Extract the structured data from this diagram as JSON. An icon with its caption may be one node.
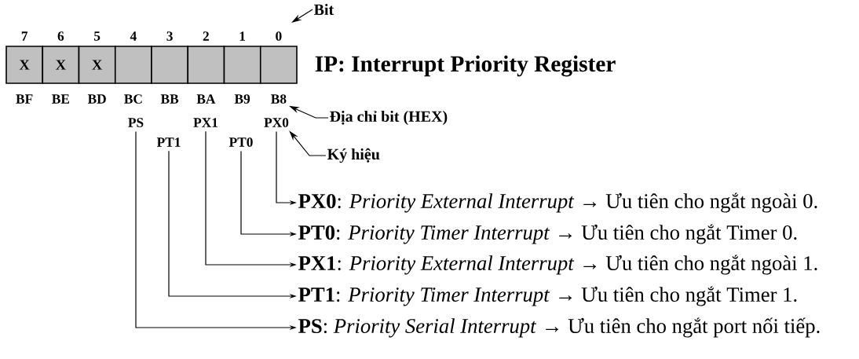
{
  "diagram": {
    "title": "IP: Interrupt Priority Register",
    "nodes": [
      {
        "text": [
          "X"
        ],
        "beside": [
          "7"
        ]
      },
      {
        "text": [
          "X"
        ],
        "beside": [
          "6"
        ]
      },
      {
        "text": [
          "X"
        ],
        "beside": [
          "5"
        ]
      },
      {
        "text": [],
        "shape": "box",
        "beside": [
          "4"
        ]
      },
      {
        "text": [],
        "shape": "box",
        "beside": [
          "3"
        ]
      },
      {
        "text": [],
        "shape": "box",
        "beside": [
          "2"
        ]
      },
      {
        "text": [],
        "shape": "box",
        "beside": [
          "1"
        ]
      },
      {
        "text": [],
        "shape": "box",
        "beside": [
          "0"
        ]
      },
      {
        "text": [
          "Bit"
        ]
      },
      {
        "text": [
          "Địa chỉ bit (HEX)"
        ]
      },
      {
        "text": [
          "Ký hiệu"
        ]
      },
      {
        "text": [
          "PS"
        ]
      },
      {
        "text": [
          "PX1"
        ]
      },
      {
        "text": [
          "PX0"
        ]
      },
      {
        "text": [
          "PT1"
        ]
      },
      {
        "text": [
          "PT0"
        ]
      },
      {
        "text": [
          "**PX0**: *Priority External Interrupt* → Ưu tiên cho ngắt ngoài 0."
        ]
      },
      {
        "text": [
          "**PT0**: *Priority Timer Interrupt* → Ưu tiên cho ngắt Timer 0."
        ]
      },
      {
        "text": [
          "**PX1**: *Priority External Interrupt* → Ưu tiên cho ngắt ngoài 1."
        ]
      },
      {
        "text": [
          "**PT1**: *Priority Timer Interrupt* → Ưu tiên cho ngắt Timer 1."
        ]
      },
      {
        "text": [
          "**PS**: *Priority Serial Interrupt* → Ưu tiên cho ngắt port nối tiếp."
        ]
      },
      {
        "text": [
          "BF"
        ]
      },
      {
        "text": [
          "BE"
        ]
      },
      {
        "text": [
          "BD"
        ]
      },
      {
        "text": [
          "BC"
        ]
      },
      {
        "text": [
          "BB"
        ]
      },
      {
        "text": [
          "BA"
        ]
      },
      {
        "text": [
          "B9"
        ]
      },
      {
        "text": [
          "B8"
        ]
      }
    ],
    "edges": [
      {
        "from": 8,
        "to": null,
        "arrow": "to"
      },
      {
        "from": 9,
        "to": 28,
        "arrow": "to"
      },
      {
        "from": 10,
        "to": 13,
        "arrow": "to"
      },
      {
        "from": 13,
        "to": 16,
        "arrow": "to"
      },
      {
        "from": 15,
        "to": 17,
        "arrow": "to"
      },
      {
        "from": 12,
        "to": 18,
        "arrow": "to"
      },
      {
        "from": 14,
        "to": 19,
        "arrow": "to"
      },
      {
        "from": 11,
        "to": 20,
        "arrow": "to"
      }
    ]
  }
}
